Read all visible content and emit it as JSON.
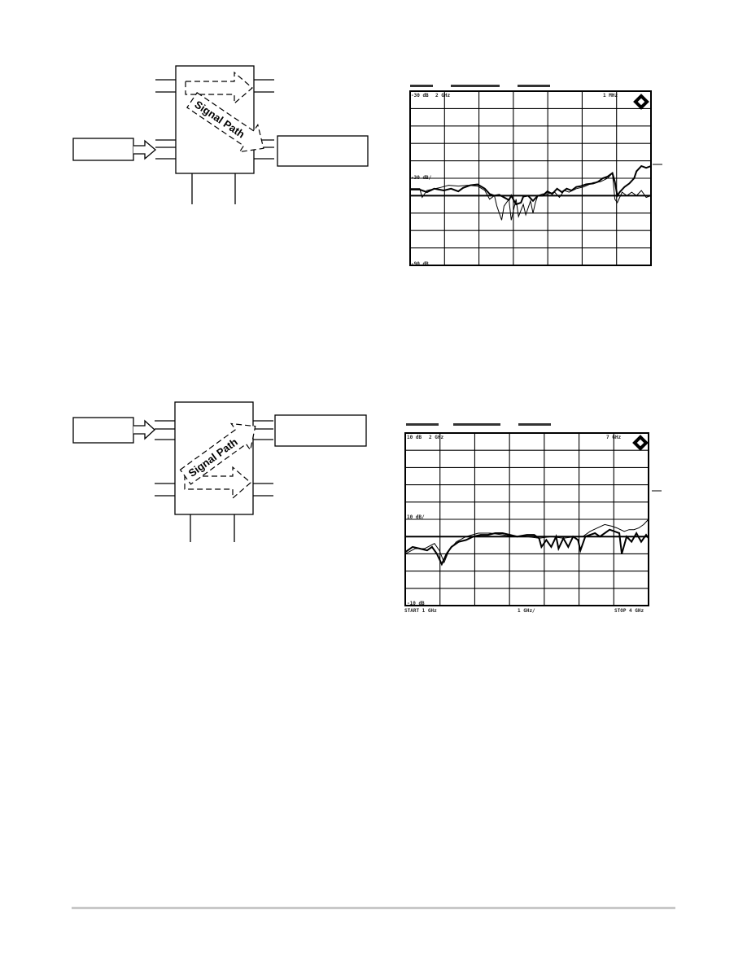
{
  "figures": [
    {
      "signal_label": "Signal Path",
      "signal_direction": "down-right",
      "traces": {
        "thick": [
          [
            0,
            0.565
          ],
          [
            0.04,
            0.565
          ],
          [
            0.07,
            0.58
          ],
          [
            0.1,
            0.56
          ],
          [
            0.14,
            0.57
          ],
          [
            0.17,
            0.56
          ],
          [
            0.2,
            0.575
          ],
          [
            0.22,
            0.555
          ],
          [
            0.25,
            0.54
          ],
          [
            0.28,
            0.535
          ],
          [
            0.31,
            0.56
          ],
          [
            0.33,
            0.59
          ],
          [
            0.35,
            0.6
          ],
          [
            0.37,
            0.595
          ],
          [
            0.39,
            0.61
          ],
          [
            0.41,
            0.625
          ],
          [
            0.42,
            0.6
          ],
          [
            0.44,
            0.65
          ],
          [
            0.46,
            0.64
          ],
          [
            0.47,
            0.605
          ],
          [
            0.49,
            0.6
          ],
          [
            0.51,
            0.63
          ],
          [
            0.53,
            0.6
          ],
          [
            0.55,
            0.6
          ],
          [
            0.57,
            0.575
          ],
          [
            0.59,
            0.59
          ],
          [
            0.61,
            0.56
          ],
          [
            0.63,
            0.58
          ],
          [
            0.65,
            0.56
          ],
          [
            0.67,
            0.57
          ],
          [
            0.69,
            0.55
          ],
          [
            0.71,
            0.545
          ],
          [
            0.73,
            0.535
          ],
          [
            0.76,
            0.53
          ],
          [
            0.78,
            0.52
          ],
          [
            0.8,
            0.5
          ],
          [
            0.82,
            0.49
          ],
          [
            0.84,
            0.47
          ],
          [
            0.85,
            0.52
          ],
          [
            0.86,
            0.6
          ],
          [
            0.87,
            0.58
          ],
          [
            0.89,
            0.55
          ],
          [
            0.91,
            0.53
          ],
          [
            0.93,
            0.5
          ],
          [
            0.94,
            0.46
          ],
          [
            0.96,
            0.43
          ],
          [
            0.98,
            0.44
          ],
          [
            1,
            0.43
          ]
        ],
        "thin": [
          [
            0,
            0.56
          ],
          [
            0.04,
            0.56
          ],
          [
            0.05,
            0.61
          ],
          [
            0.07,
            0.57
          ],
          [
            0.12,
            0.555
          ],
          [
            0.16,
            0.54
          ],
          [
            0.2,
            0.545
          ],
          [
            0.24,
            0.54
          ],
          [
            0.28,
            0.545
          ],
          [
            0.31,
            0.57
          ],
          [
            0.33,
            0.62
          ],
          [
            0.35,
            0.6
          ],
          [
            0.36,
            0.66
          ],
          [
            0.38,
            0.74
          ],
          [
            0.39,
            0.66
          ],
          [
            0.41,
            0.62
          ],
          [
            0.42,
            0.74
          ],
          [
            0.44,
            0.62
          ],
          [
            0.45,
            0.72
          ],
          [
            0.47,
            0.65
          ],
          [
            0.48,
            0.71
          ],
          [
            0.5,
            0.63
          ],
          [
            0.51,
            0.7
          ],
          [
            0.52,
            0.64
          ],
          [
            0.53,
            0.6
          ],
          [
            0.55,
            0.59
          ],
          [
            0.57,
            0.59
          ],
          [
            0.6,
            0.58
          ],
          [
            0.62,
            0.61
          ],
          [
            0.64,
            0.57
          ],
          [
            0.66,
            0.58
          ],
          [
            0.69,
            0.56
          ],
          [
            0.72,
            0.55
          ],
          [
            0.76,
            0.525
          ],
          [
            0.79,
            0.52
          ],
          [
            0.82,
            0.5
          ],
          [
            0.84,
            0.47
          ],
          [
            0.85,
            0.62
          ],
          [
            0.86,
            0.64
          ],
          [
            0.88,
            0.58
          ],
          [
            0.9,
            0.6
          ],
          [
            0.92,
            0.58
          ],
          [
            0.94,
            0.6
          ],
          [
            0.96,
            0.57
          ],
          [
            0.98,
            0.61
          ],
          [
            1,
            0.6
          ]
        ]
      }
    },
    {
      "signal_label": "Signal Path",
      "signal_direction": "up-right",
      "traces": {
        "thick": [
          [
            0,
            0.69
          ],
          [
            0.03,
            0.66
          ],
          [
            0.06,
            0.67
          ],
          [
            0.09,
            0.68
          ],
          [
            0.11,
            0.66
          ],
          [
            0.13,
            0.7
          ],
          [
            0.15,
            0.76
          ],
          [
            0.17,
            0.7
          ],
          [
            0.19,
            0.66
          ],
          [
            0.22,
            0.63
          ],
          [
            0.25,
            0.62
          ],
          [
            0.28,
            0.6
          ],
          [
            0.31,
            0.59
          ],
          [
            0.34,
            0.59
          ],
          [
            0.37,
            0.58
          ],
          [
            0.4,
            0.58
          ],
          [
            0.43,
            0.59
          ],
          [
            0.46,
            0.6
          ],
          [
            0.5,
            0.59
          ],
          [
            0.53,
            0.59
          ],
          [
            0.55,
            0.61
          ],
          [
            0.56,
            0.66
          ],
          [
            0.58,
            0.62
          ],
          [
            0.6,
            0.66
          ],
          [
            0.62,
            0.6
          ],
          [
            0.63,
            0.67
          ],
          [
            0.65,
            0.61
          ],
          [
            0.67,
            0.66
          ],
          [
            0.69,
            0.6
          ],
          [
            0.71,
            0.62
          ],
          [
            0.72,
            0.68
          ],
          [
            0.74,
            0.6
          ],
          [
            0.76,
            0.59
          ],
          [
            0.78,
            0.58
          ],
          [
            0.8,
            0.6
          ],
          [
            0.82,
            0.58
          ],
          [
            0.84,
            0.56
          ],
          [
            0.86,
            0.57
          ],
          [
            0.88,
            0.58
          ],
          [
            0.89,
            0.7
          ],
          [
            0.91,
            0.6
          ],
          [
            0.93,
            0.63
          ],
          [
            0.95,
            0.58
          ],
          [
            0.97,
            0.63
          ],
          [
            0.99,
            0.59
          ],
          [
            1,
            0.61
          ]
        ],
        "thin": [
          [
            0,
            0.7
          ],
          [
            0.04,
            0.67
          ],
          [
            0.08,
            0.67
          ],
          [
            0.12,
            0.64
          ],
          [
            0.14,
            0.68
          ],
          [
            0.16,
            0.75
          ],
          [
            0.18,
            0.68
          ],
          [
            0.21,
            0.63
          ],
          [
            0.25,
            0.6
          ],
          [
            0.3,
            0.58
          ],
          [
            0.35,
            0.58
          ],
          [
            0.4,
            0.59
          ],
          [
            0.45,
            0.6
          ],
          [
            0.5,
            0.6
          ],
          [
            0.55,
            0.61
          ],
          [
            0.6,
            0.6
          ],
          [
            0.65,
            0.61
          ],
          [
            0.7,
            0.6
          ],
          [
            0.73,
            0.6
          ],
          [
            0.76,
            0.57
          ],
          [
            0.79,
            0.55
          ],
          [
            0.82,
            0.53
          ],
          [
            0.85,
            0.54
          ],
          [
            0.87,
            0.55
          ],
          [
            0.9,
            0.57
          ],
          [
            0.92,
            0.56
          ],
          [
            0.94,
            0.56
          ],
          [
            0.96,
            0.55
          ],
          [
            0.98,
            0.53
          ],
          [
            1,
            0.5
          ]
        ]
      }
    }
  ],
  "icon": "instrument-logo-icon"
}
